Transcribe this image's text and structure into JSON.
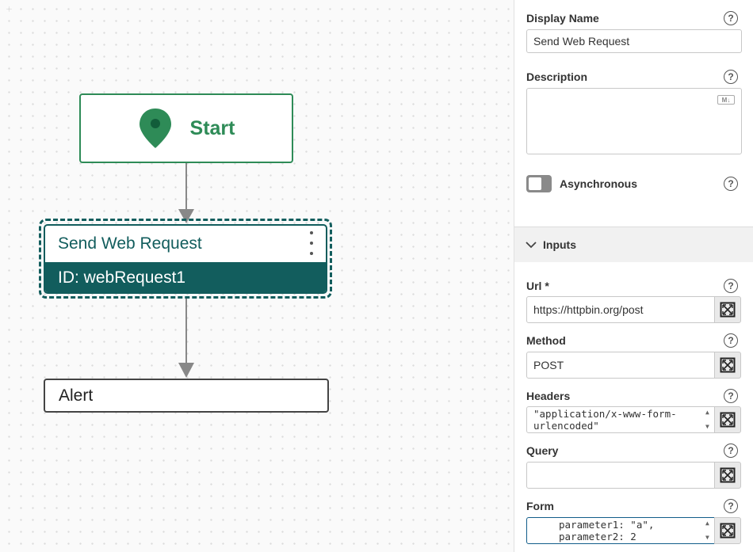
{
  "canvas": {
    "nodes": {
      "start": {
        "label": "Start",
        "icon": "map-pin-icon"
      },
      "send_web_request": {
        "title": "Send Web Request",
        "id_label": "ID: webRequest1"
      },
      "alert": {
        "title": "Alert"
      }
    }
  },
  "panel": {
    "display_name": {
      "label": "Display Name",
      "value": "Send Web Request"
    },
    "description": {
      "label": "Description",
      "value": "",
      "markdown_badge": "M↓"
    },
    "asynchronous": {
      "label": "Asynchronous",
      "enabled": false
    },
    "inputs_section": {
      "label": "Inputs",
      "expanded": true
    },
    "url": {
      "label": "Url *",
      "value": "https://httpbin.org/post"
    },
    "method": {
      "label": "Method",
      "value": "POST"
    },
    "headers": {
      "label": "Headers",
      "line1": "\"application/x-www-form-",
      "line2": "urlencoded\""
    },
    "query": {
      "label": "Query",
      "value": ""
    },
    "form": {
      "label": "Form",
      "line1": "parameter1: \"a\",",
      "line2": "parameter2: 2"
    }
  },
  "colors": {
    "accent_green": "#2e8b57",
    "accent_teal": "#125d5d",
    "edge": "#888888"
  }
}
